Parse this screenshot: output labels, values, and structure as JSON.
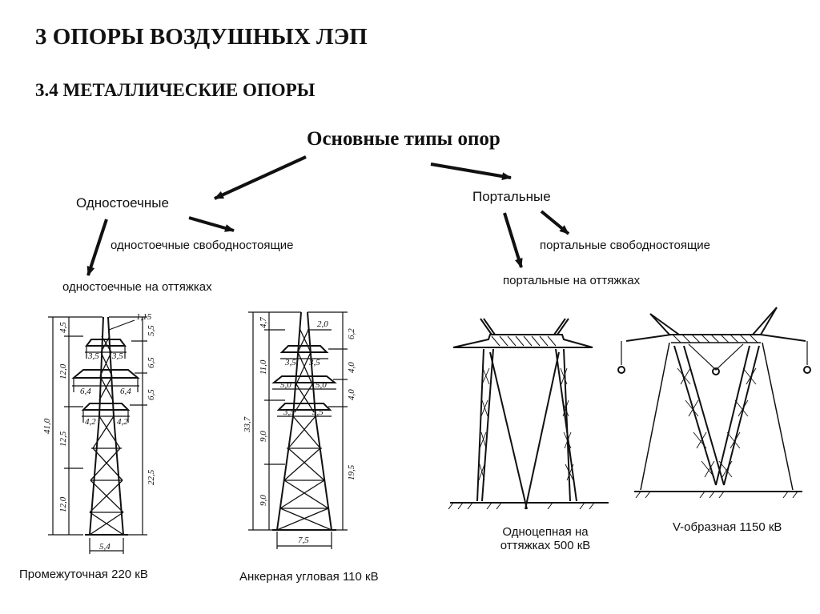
{
  "heading": {
    "section": "3 ОПОРЫ ВОЗДУШНЫХ ЛЭП",
    "subsection": "3.4 МЕТАЛЛИЧЕСКИЕ ОПОРЫ"
  },
  "tree": {
    "root": "Основные типы опор",
    "single": {
      "label": "Одностоечные",
      "children": [
        "одностоечные свободностоящие",
        "одностоечные на оттяжках"
      ]
    },
    "portal": {
      "label": "Портальные",
      "children": [
        "портальные свободностоящие",
        "портальные на оттяжках"
      ]
    }
  },
  "towers": [
    {
      "caption": "Промежуточная 220 кВ",
      "dims_left": [
        "4,5",
        "12,0",
        "12,5",
        "12,0",
        "41,0"
      ],
      "dims_right": [
        "5,5",
        "6,5",
        "6,5",
        "22,5"
      ],
      "dims_top": "1,15",
      "dims_arms": [
        "3,5",
        "3,5",
        "6,4",
        "6,4",
        "4,2",
        "4,2"
      ],
      "dims_base": "5,4"
    },
    {
      "caption": "Анкерная угловая 110 кВ",
      "dims_left": [
        "4,7",
        "11,0",
        "9,0",
        "9,0",
        "33,7"
      ],
      "dims_right": [
        "6,2",
        "4,0",
        "4,0",
        "19,5"
      ],
      "dims_top": "2,0",
      "dims_arms": [
        "3,5",
        "3,5",
        "5,0",
        "5,0",
        "3,5",
        "3,5"
      ],
      "dims_base": "7,5"
    },
    {
      "caption_lines": [
        "Одноцепная на",
        "оттяжках 500 кВ"
      ]
    },
    {
      "caption": "V-образная 1150 кВ"
    }
  ]
}
